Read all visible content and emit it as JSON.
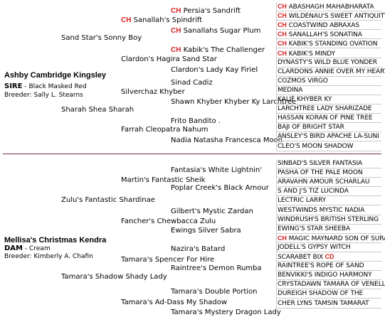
{
  "sire": {
    "name": "Ashby Cambridge Kingsley",
    "title_label": "SIRE",
    "color": "Black Masked Red",
    "breeder_label": "Breeder:",
    "breeder": "Sally L. Stearns",
    "gen2": [
      "Sand Star's Sonny Boy",
      "Sharah Shea Sharah"
    ],
    "gen3": [
      "Sanallah's Spindrift",
      "Clardon's Hagira Sand Star",
      "Silverchaz Khyber",
      "Farrah Cleopatra Nahum"
    ],
    "gen4": [
      {
        "ch": "CH",
        "name": "Persia's Sandrift"
      },
      {
        "ch": "CH",
        "name": "Sanallahs Sugar Plum"
      },
      {
        "ch": "CH",
        "name": "Kabik's The Challenger"
      },
      {
        "ch": "",
        "name": "Clardon's Lady Kay Firiel"
      },
      {
        "ch": "",
        "name": "Sinad Cadiz"
      },
      {
        "ch": "",
        "name": "Shawn Khyber Khyber Ky Larchtree"
      },
      {
        "ch": "",
        "name": "Frito Bandito ."
      },
      {
        "ch": "",
        "name": "Nadia Natasha Francesca Moon"
      }
    ],
    "gen5": [
      {
        "ch": "CH",
        "name": "ABASHAGH MAHABHARATA"
      },
      {
        "ch": "CH",
        "name": "WILDENAU'S SWEET ANTIQUITY"
      },
      {
        "ch": "CH",
        "name": "COASTWIND ABRAXAS"
      },
      {
        "ch": "CH",
        "name": "SANALLAH'S SONATINA"
      },
      {
        "ch": "CH",
        "name": "KABIK'S STANDING OVATION"
      },
      {
        "ch": "CH",
        "name": "KABIK'S MINDY"
      },
      {
        "ch": "",
        "name": "DYNASTY'S WILD BLUE YONDER"
      },
      {
        "ch": "",
        "name": "CLARDONS ANNIE OVER MY HEART"
      },
      {
        "ch": "",
        "name": "COZMOS VIRGO"
      },
      {
        "ch": "",
        "name": "MEDINA"
      },
      {
        "ch": "",
        "name": "KALIF KHYBER KY"
      },
      {
        "ch": "",
        "name": "LARCHTREE LADY SHARIZADE"
      },
      {
        "ch": "",
        "name": "HASSAN KORAN OF PINE TREE"
      },
      {
        "ch": "",
        "name": "BAJI OF BRIGHT STAR"
      },
      {
        "ch": "",
        "name": "ANSLEY'S BIRD APACHE LA-SUNI"
      },
      {
        "ch": "",
        "name": "CLEO'S MOON SHADOW"
      }
    ]
  },
  "dam": {
    "name": "Mellisa's Christmas Kendra",
    "title_label": "DAM",
    "color": "Cream",
    "breeder_label": "Breeder:",
    "breeder": "Kimberly A. Chafin",
    "gen2": [
      "Zulu's Fantastic Shardinae",
      "Tamara's Shadow Shady Lady"
    ],
    "gen3": [
      "Martin's Fantastic Sheik",
      "Fancher's Chewbacca Zulu",
      "Tamara's Spencer For Hire",
      "Tamara's Ad-Dass My Shadow"
    ],
    "gen4": [
      {
        "ch": "",
        "name": "Fantasia's White Lightnin'"
      },
      {
        "ch": "",
        "name": "Poplar Creek's Black Amour"
      },
      {
        "ch": "",
        "name": "Gilbert's Mystic Zardan"
      },
      {
        "ch": "",
        "name": "Ewings Silver Sabra"
      },
      {
        "ch": "",
        "name": "Nazira's Batard"
      },
      {
        "ch": "",
        "name": "Raintree's Demon Rumba"
      },
      {
        "ch": "",
        "name": "Tamara's Double Portion"
      },
      {
        "ch": "",
        "name": "Tamara's Mystery Dragon Lady"
      }
    ],
    "gen5": [
      {
        "ch": "",
        "name": "SINBAD'S SILVER FANTASIA"
      },
      {
        "ch": "",
        "name": "PASHA OF THE PALE MOON"
      },
      {
        "ch": "",
        "name": "ARAVAHN AMOUR SCHARLAU"
      },
      {
        "ch": "",
        "name": "S AND J'S TIZ LUCINDA"
      },
      {
        "ch": "",
        "name": "LECTRIC LARRY"
      },
      {
        "ch": "",
        "name": "WESTWINDS MYSTIC NADIA"
      },
      {
        "ch": "",
        "name": "WINDRUSH'S BRITISH STERLING"
      },
      {
        "ch": "",
        "name": "EWING'S STAR SHEEBA"
      },
      {
        "ch": "CH",
        "name": "MAGIC MAYNARD SON OF SURAJ"
      },
      {
        "ch": "",
        "name": "JODELL'S GYPSY WITCH"
      },
      {
        "ch": "",
        "name": "SCARABET BIX",
        "suffix": "CD"
      },
      {
        "ch": "",
        "name": "RAINTREE'S ROPE OF SAND"
      },
      {
        "ch": "",
        "name": "BENVIKKI'S INDIGO HARMONY"
      },
      {
        "ch": "",
        "name": "CRYSTADAWN TAMARA OF VENELLS"
      },
      {
        "ch": "",
        "name": "DUREIGH SHADOW OF THE"
      },
      {
        "ch": "",
        "name": "CHER LYNS TAMSIN TAMARAT"
      }
    ]
  },
  "colors": {
    "champion": "#d61f1f",
    "divider": "#7a2a4a",
    "box_line": "#c9c9c9"
  }
}
